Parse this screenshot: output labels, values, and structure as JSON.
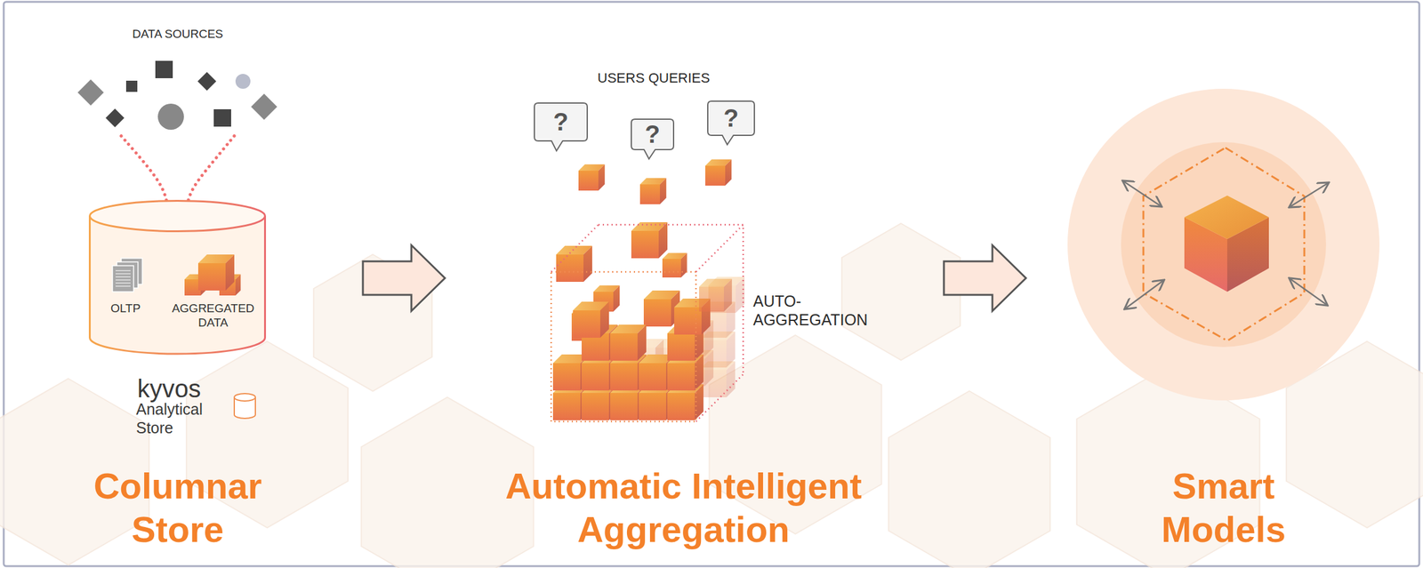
{
  "diagram": {
    "nodes": [
      {
        "text": [
          "OLTP",
          "AGGREGATED DATA"
        ]
      },
      {
        "text": [
          "?"
        ]
      },
      {
        "text": [
          "?"
        ]
      },
      {
        "text": [
          "?"
        ]
      }
    ],
    "labels": [
      "DATA SOURCES",
      "kyvos",
      "Analytical Store",
      "USERS QUERIES",
      "AUTO- AGGREGATION",
      "Columnar Store",
      "Automatic Intelligent Aggregation",
      "Smart Models"
    ]
  }
}
